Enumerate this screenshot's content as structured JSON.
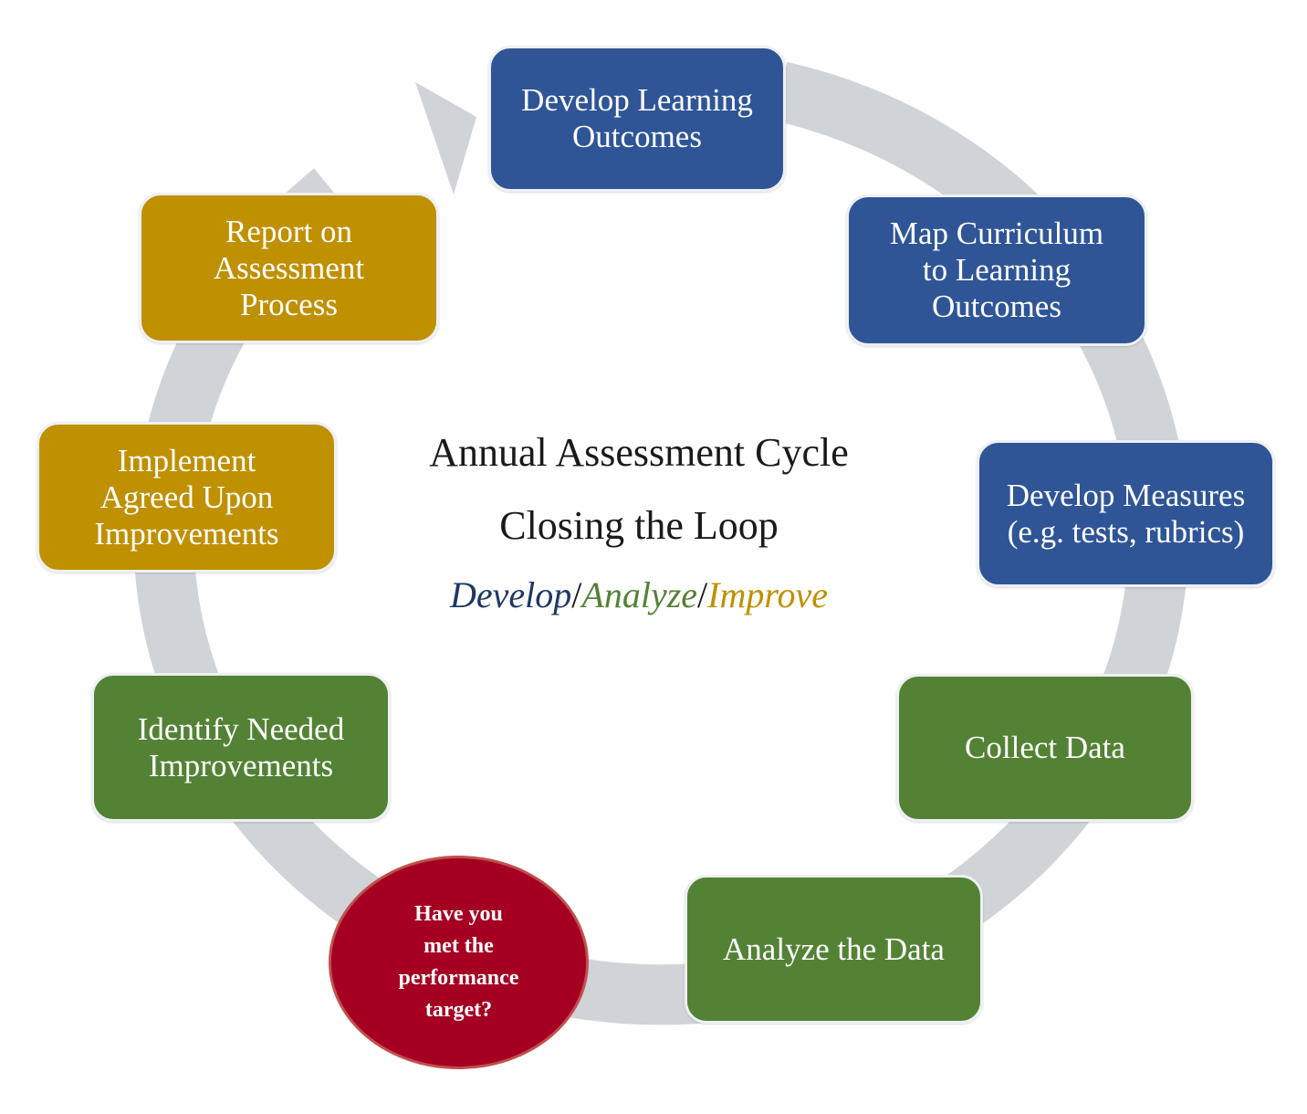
{
  "diagram": {
    "center": {
      "title": "Annual Assessment Cycle",
      "subtitle": "Closing the Loop",
      "tagline": {
        "word1": "Develop",
        "word2": "Analyze",
        "word3": "Improve",
        "separator": "/"
      }
    },
    "steps": [
      {
        "label": "Develop Learning\nOutcomes",
        "color": "#2f5597"
      },
      {
        "label": "Map Curriculum\nto Learning\nOutcomes",
        "color": "#2f5597"
      },
      {
        "label": "Develop Measures\n(e.g. tests, rubrics)",
        "color": "#2f5597"
      },
      {
        "label": "Collect Data",
        "color": "#548235"
      },
      {
        "label": "Analyze the Data",
        "color": "#548235"
      },
      {
        "label": "Have you\nmet the\nperformance\ntarget?",
        "color": "#a50021"
      },
      {
        "label": "Identify Needed\nImprovements",
        "color": "#548235"
      },
      {
        "label": "Implement\nAgreed Upon\nImprovements",
        "color": "#bf9000"
      },
      {
        "label": "Report on\nAssessment\nProcess",
        "color": "#bf9000"
      }
    ],
    "colors": {
      "ring": "#d0d3d8",
      "develop": "#2f5597",
      "analyze": "#548235",
      "improve": "#bf9000",
      "decision": "#a50021"
    }
  }
}
